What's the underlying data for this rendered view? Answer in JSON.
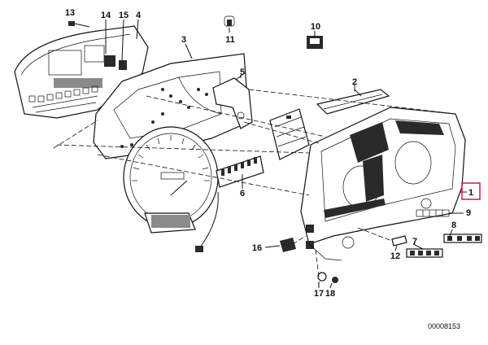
{
  "diagram": {
    "reference_number": "00008153",
    "highlight_color": "#d4145a",
    "parts": [
      {
        "id": "1",
        "label": "1",
        "highlighted": true
      },
      {
        "id": "2",
        "label": "2"
      },
      {
        "id": "3",
        "label": "3"
      },
      {
        "id": "4",
        "label": "4"
      },
      {
        "id": "5",
        "label": "5"
      },
      {
        "id": "6",
        "label": "6"
      },
      {
        "id": "7",
        "label": "7"
      },
      {
        "id": "8",
        "label": "8"
      },
      {
        "id": "9",
        "label": "9"
      },
      {
        "id": "10",
        "label": "10"
      },
      {
        "id": "11",
        "label": "11"
      },
      {
        "id": "12",
        "label": "12"
      },
      {
        "id": "13",
        "label": "13"
      },
      {
        "id": "14",
        "label": "14"
      },
      {
        "id": "15",
        "label": "15"
      },
      {
        "id": "16",
        "label": "16"
      },
      {
        "id": "17",
        "label": "17"
      },
      {
        "id": "18",
        "label": "18"
      }
    ]
  }
}
